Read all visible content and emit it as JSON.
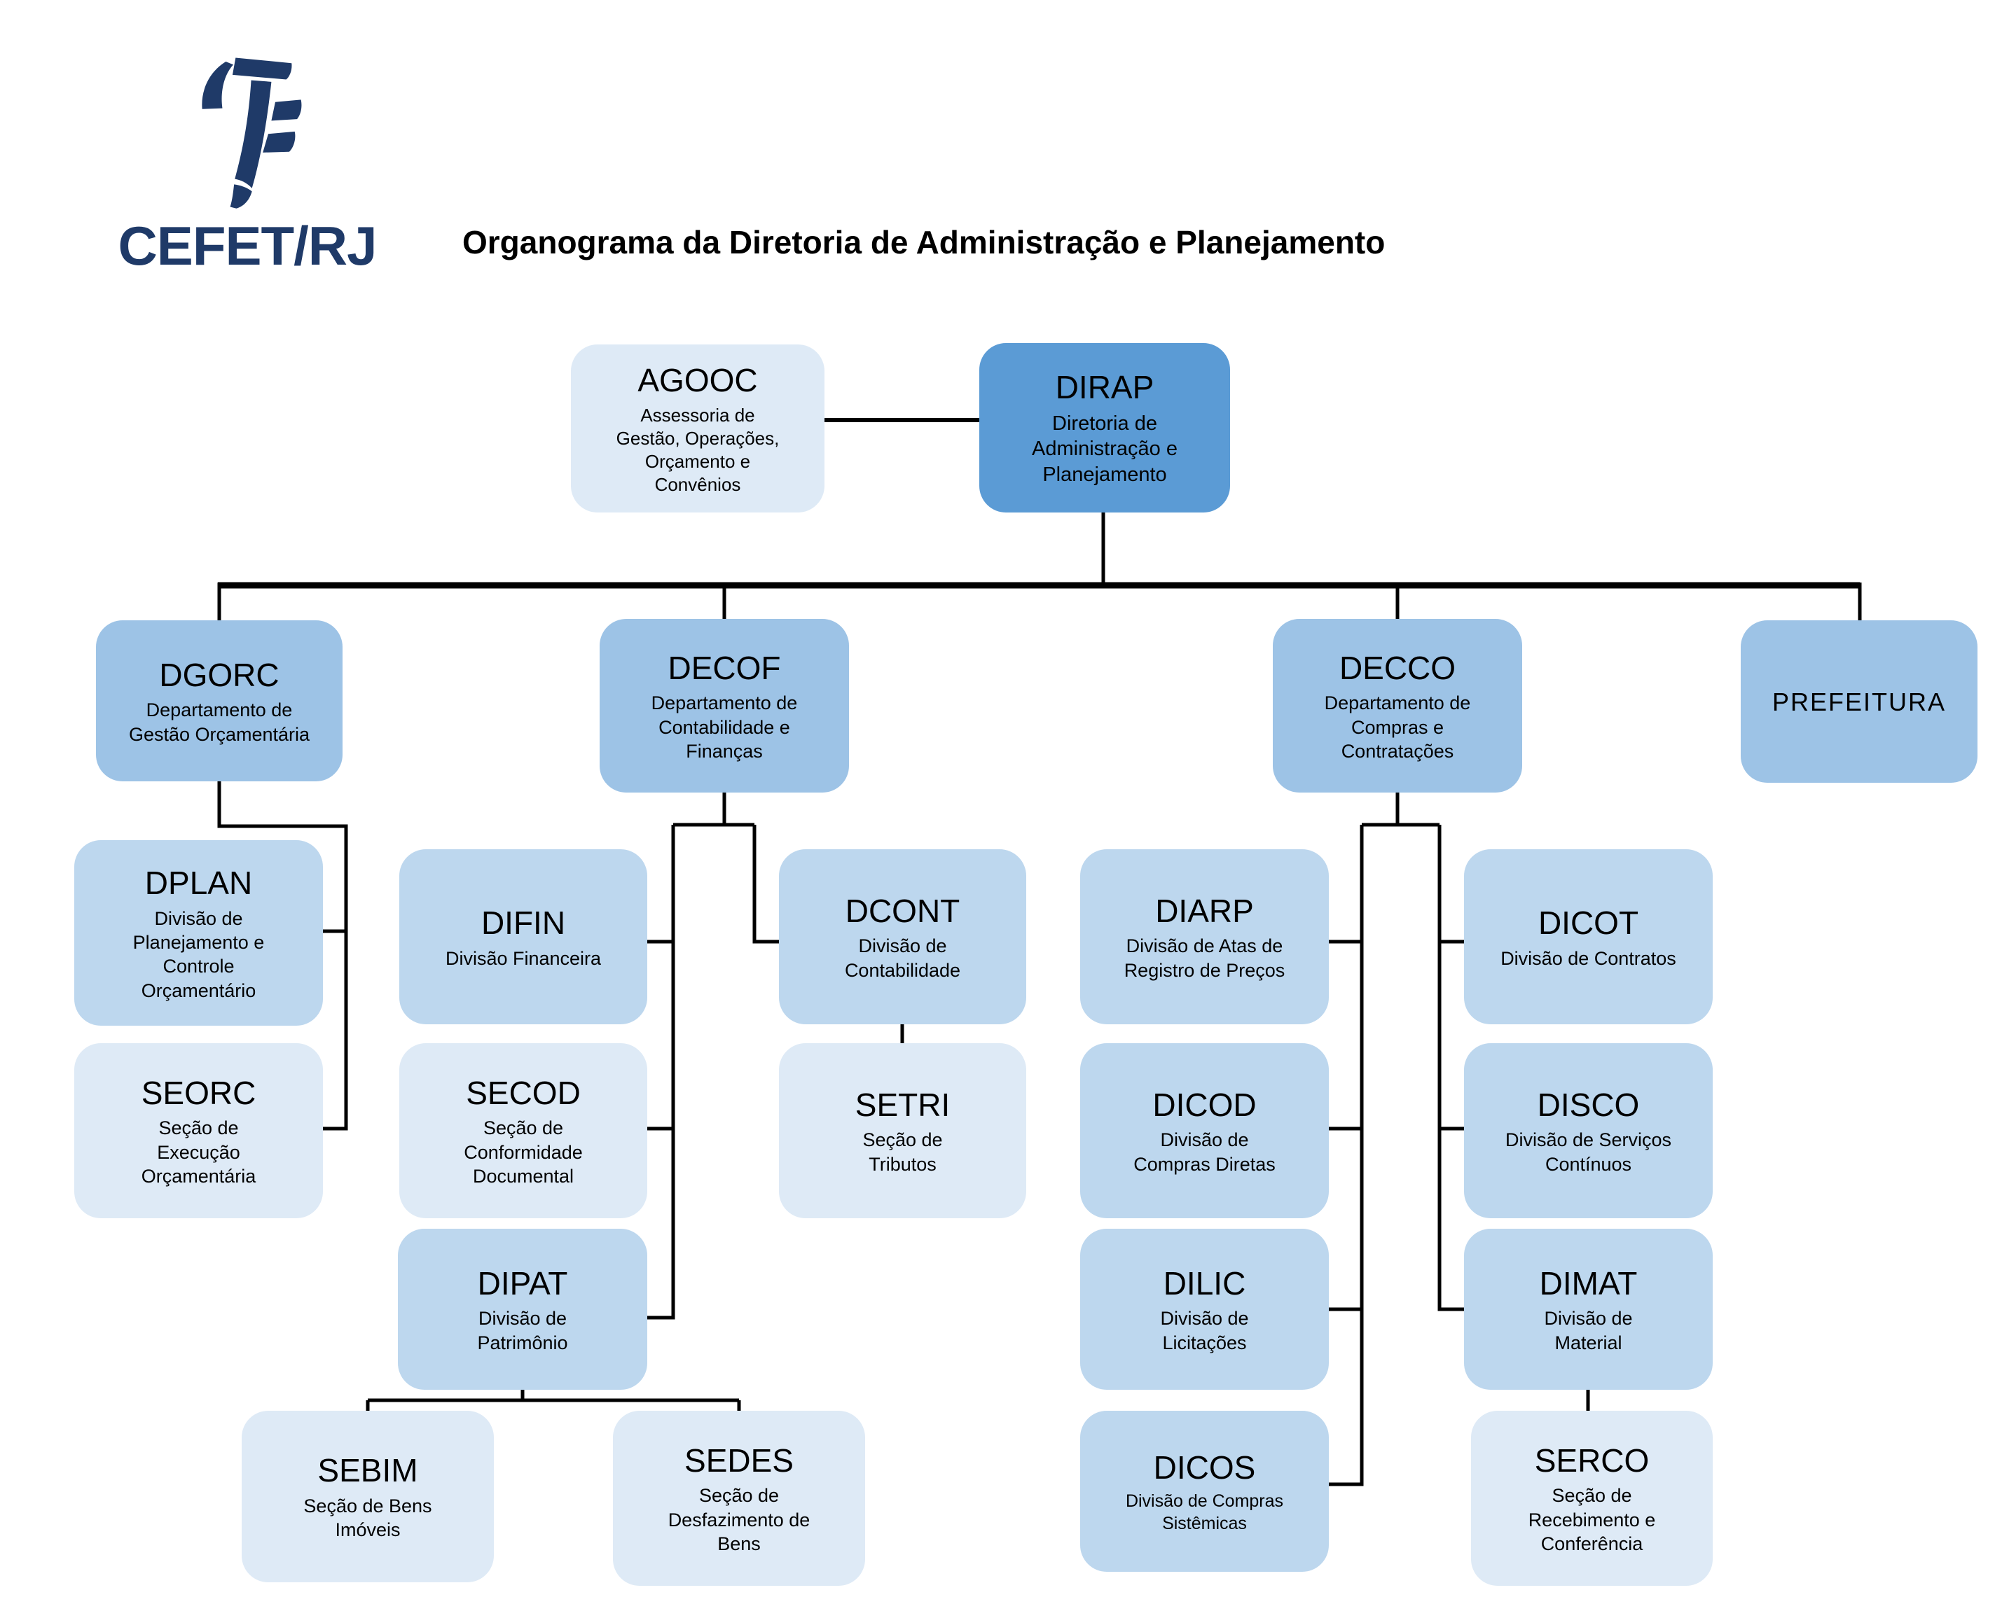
{
  "header": {
    "logo_text": "CEFET/RJ",
    "title": "Organograma da Diretoria de Administração e Planejamento"
  },
  "colors": {
    "dirap_fill": "#5B9BD5",
    "dept_fill": "#9DC3E6",
    "division_fill": "#BDD7EE",
    "section_fill": "#DEEAF6",
    "line_color": "#000000",
    "logo_color": "#1F3A68",
    "text_color": "#000000"
  },
  "icons": {
    "logo_icon": "cefetrj-te-mark"
  },
  "nodes": {
    "agooc": {
      "acronym": "AGOOC",
      "name": "Assessoria de\nGestão, Operações,\nOrçamento e\nConvênios"
    },
    "dirap": {
      "acronym": "DIRAP",
      "name": "Diretoria de\nAdministração e\nPlanejamento"
    },
    "dgorc": {
      "acronym": "DGORC",
      "name": "Departamento de\nGestão Orçamentária"
    },
    "decof": {
      "acronym": "DECOF",
      "name": "Departamento de\nContabilidade e\nFinanças"
    },
    "decco": {
      "acronym": "DECCO",
      "name": "Departamento de\nCompras e\nContratações"
    },
    "prefeitura": {
      "acronym": "PREFEITURA",
      "name": ""
    },
    "dplan": {
      "acronym": "DPLAN",
      "name": "Divisão de\nPlanejamento e\nControle\nOrçamentário"
    },
    "seorc": {
      "acronym": "SEORC",
      "name": "Seção de\nExecução\nOrçamentária"
    },
    "difin": {
      "acronym": "DIFIN",
      "name": "Divisão Financeira"
    },
    "secod": {
      "acronym": "SECOD",
      "name": "Seção de\nConformidade\nDocumental"
    },
    "dipat": {
      "acronym": "DIPAT",
      "name": "Divisão de\nPatrimônio"
    },
    "sebim": {
      "acronym": "SEBIM",
      "name": "Seção de Bens\nImóveis"
    },
    "sedes": {
      "acronym": "SEDES",
      "name": "Seção de\nDesfazimento de\nBens"
    },
    "dcont": {
      "acronym": "DCONT",
      "name": "Divisão de\nContabilidade"
    },
    "setri": {
      "acronym": "SETRI",
      "name": "Seção de\nTributos"
    },
    "diarp": {
      "acronym": "DIARP",
      "name": "Divisão de Atas de\nRegistro de Preços"
    },
    "dicod": {
      "acronym": "DICOD",
      "name": "Divisão de\nCompras Diretas"
    },
    "dilic": {
      "acronym": "DILIC",
      "name": "Divisão de\nLicitações"
    },
    "dicos": {
      "acronym": "DICOS",
      "name": "Divisão de Compras\nSistêmicas"
    },
    "dicot": {
      "acronym": "DICOT",
      "name": "Divisão de Contratos"
    },
    "disco": {
      "acronym": "DISCO",
      "name": "Divisão de Serviços\nContínuos"
    },
    "dimat": {
      "acronym": "DIMAT",
      "name": "Divisão de\nMaterial"
    },
    "serco": {
      "acronym": "SERCO",
      "name": "Seção de\nRecebimento e\nConferência"
    }
  }
}
